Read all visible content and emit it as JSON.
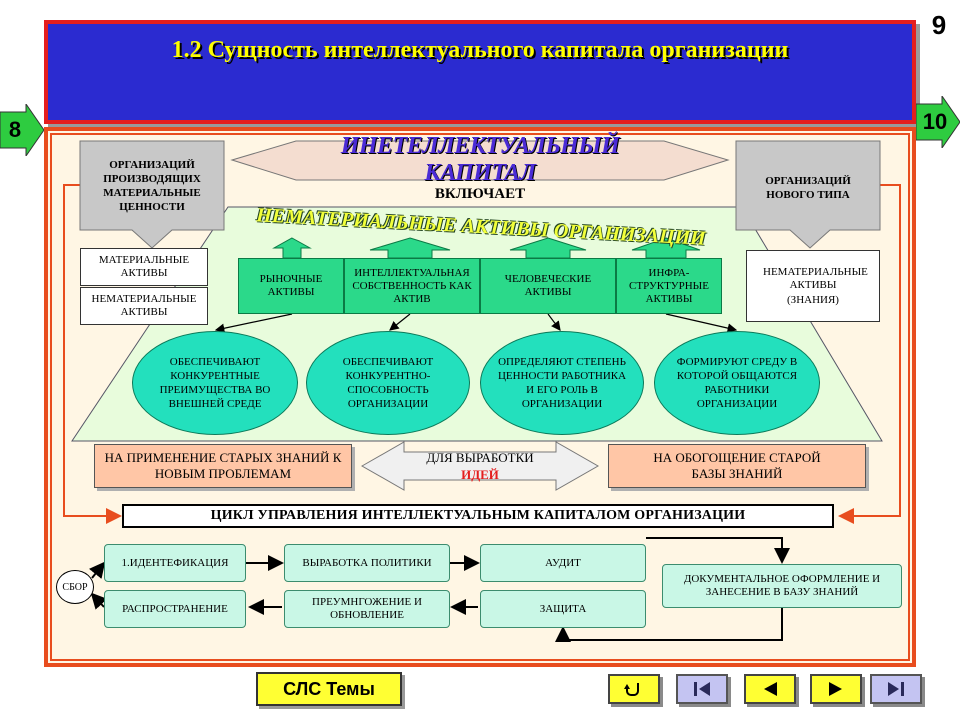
{
  "page_number": "9",
  "title": "1.2  Сущность интеллектуального капитала организации",
  "nav": {
    "prev": "8",
    "next": "10"
  },
  "main_banner": "ИНЕТЕЛЛЕКТУАЛЬНЫЙ КАПИТАЛ",
  "includes": "ВКЛЮЧАЕТ",
  "left_gray": "ОРГАНИЗАЦИЙ ПРОИЗВОДЯЩИХ МАТЕРИАЛЬНЫЕ ЦЕННОСТИ",
  "right_gray": "ОРГАНИЗАЦИЙ НОВОГО ТИПА",
  "left_boxes": [
    "МАТЕРИАЛЬНЫЕ АКТИВЫ",
    "НЕМАТЕРИАЛЬНЫЕ АКТИВЫ"
  ],
  "right_box": [
    "НЕМАТЕРИАЛЬНЫЕ АКТИВЫ",
    "(ЗНАНИЯ)"
  ],
  "intangible_title": "НЕМАТЕРИАЛЬНЫЕ АКТИВЫ ОРГАНИЗАЦИИ",
  "assets": [
    "РЫНОЧНЫЕ АКТИВЫ",
    "ИНТЕЛЛЕКТУАЛЬНАЯ СОБСТВЕННОСТЬ КАК АКТИВ",
    "ЧЕЛОВЕЧЕСКИЕ АКТИВЫ",
    "ИНФРА-СТРУКТУРНЫЕ АКТИВЫ"
  ],
  "ovals": [
    "ОБЕСПЕЧИВАЮТ КОНКУРЕНТНЫЕ ПРЕИМУЩЕСТВА ВО ВНЕШНЕЙ СРЕДЕ",
    "ОБЕСПЕЧИВАЮТ КОНКУРЕНТНО-СПОСОБНОСТЬ ОРГАНИЗАЦИИ",
    "ОПРЕДЕЛЯЮТ СТЕПЕНЬ ЦЕННОСТИ РАБОТНИКА И ЕГО РОЛЬ В ОРГАНИЗАЦИИ",
    "ФОРМИРУЮТ СРЕДУ В КОТОРОЙ ОБЩАЮТСЯ РАБОТНИКИ ОРГАНИЗАЦИИ"
  ],
  "left_peach": "НА ПРИМЕНЕНИЕ СТАРЫХ ЗНАНИЙ К НОВЫМ ПРОБЛЕМАМ",
  "right_peach": "НА ОБОГОЩЕНИЕ СТАРОЙ БАЗЫ ЗНАНИЙ",
  "center_arrow": {
    "line1": "ДЛЯ ВЫРАБОТКИ",
    "line2": "ИДЕЙ"
  },
  "cycle_title": "ЦИКЛ УПРАВЛЕНИЯ ИНТЕЛЛЕКТУАЛЬНЫМ КАПИТАЛОМ ОРГАНИЗАЦИИ",
  "cycle": {
    "start": "СБОР",
    "steps": {
      "identification": "1.ИДЕНТЕФИКАЦИЯ",
      "policy": "ВЫРАБОТКА ПОЛИТИКИ",
      "audit": "АУДИТ",
      "documentation": "ДОКУМЕНТАЛЬНОЕ ОФОРМЛЕНИЕ И ЗАНЕСЕНИЕ В БАЗУ ЗНАНИЙ",
      "protection": "ЗАЩИТА",
      "multiplication": "ПРЕУМНГОЖЕНИЕ И ОБНОВЛЕНИЕ",
      "distribution": "РАСПРОСТРАНЕНИЕ"
    }
  },
  "bottom": {
    "topics_button": "СЛС Темы",
    "controls": [
      "return-icon",
      "first-slide-icon",
      "previous-icon",
      "next-icon",
      "last-slide-icon"
    ]
  },
  "colors": {
    "title_bg": "#2b2bd0",
    "title_text": "#ffff00",
    "frame_border": "#e84d1e",
    "asset_green": "#2bd98a",
    "oval_teal": "#23e0bd",
    "peach": "#ffc6a6",
    "mint": "#c9f7e6",
    "nav_green": "#2ecc40",
    "button_yellow": "#ffff33",
    "button_lavender": "#c4c4f2"
  }
}
